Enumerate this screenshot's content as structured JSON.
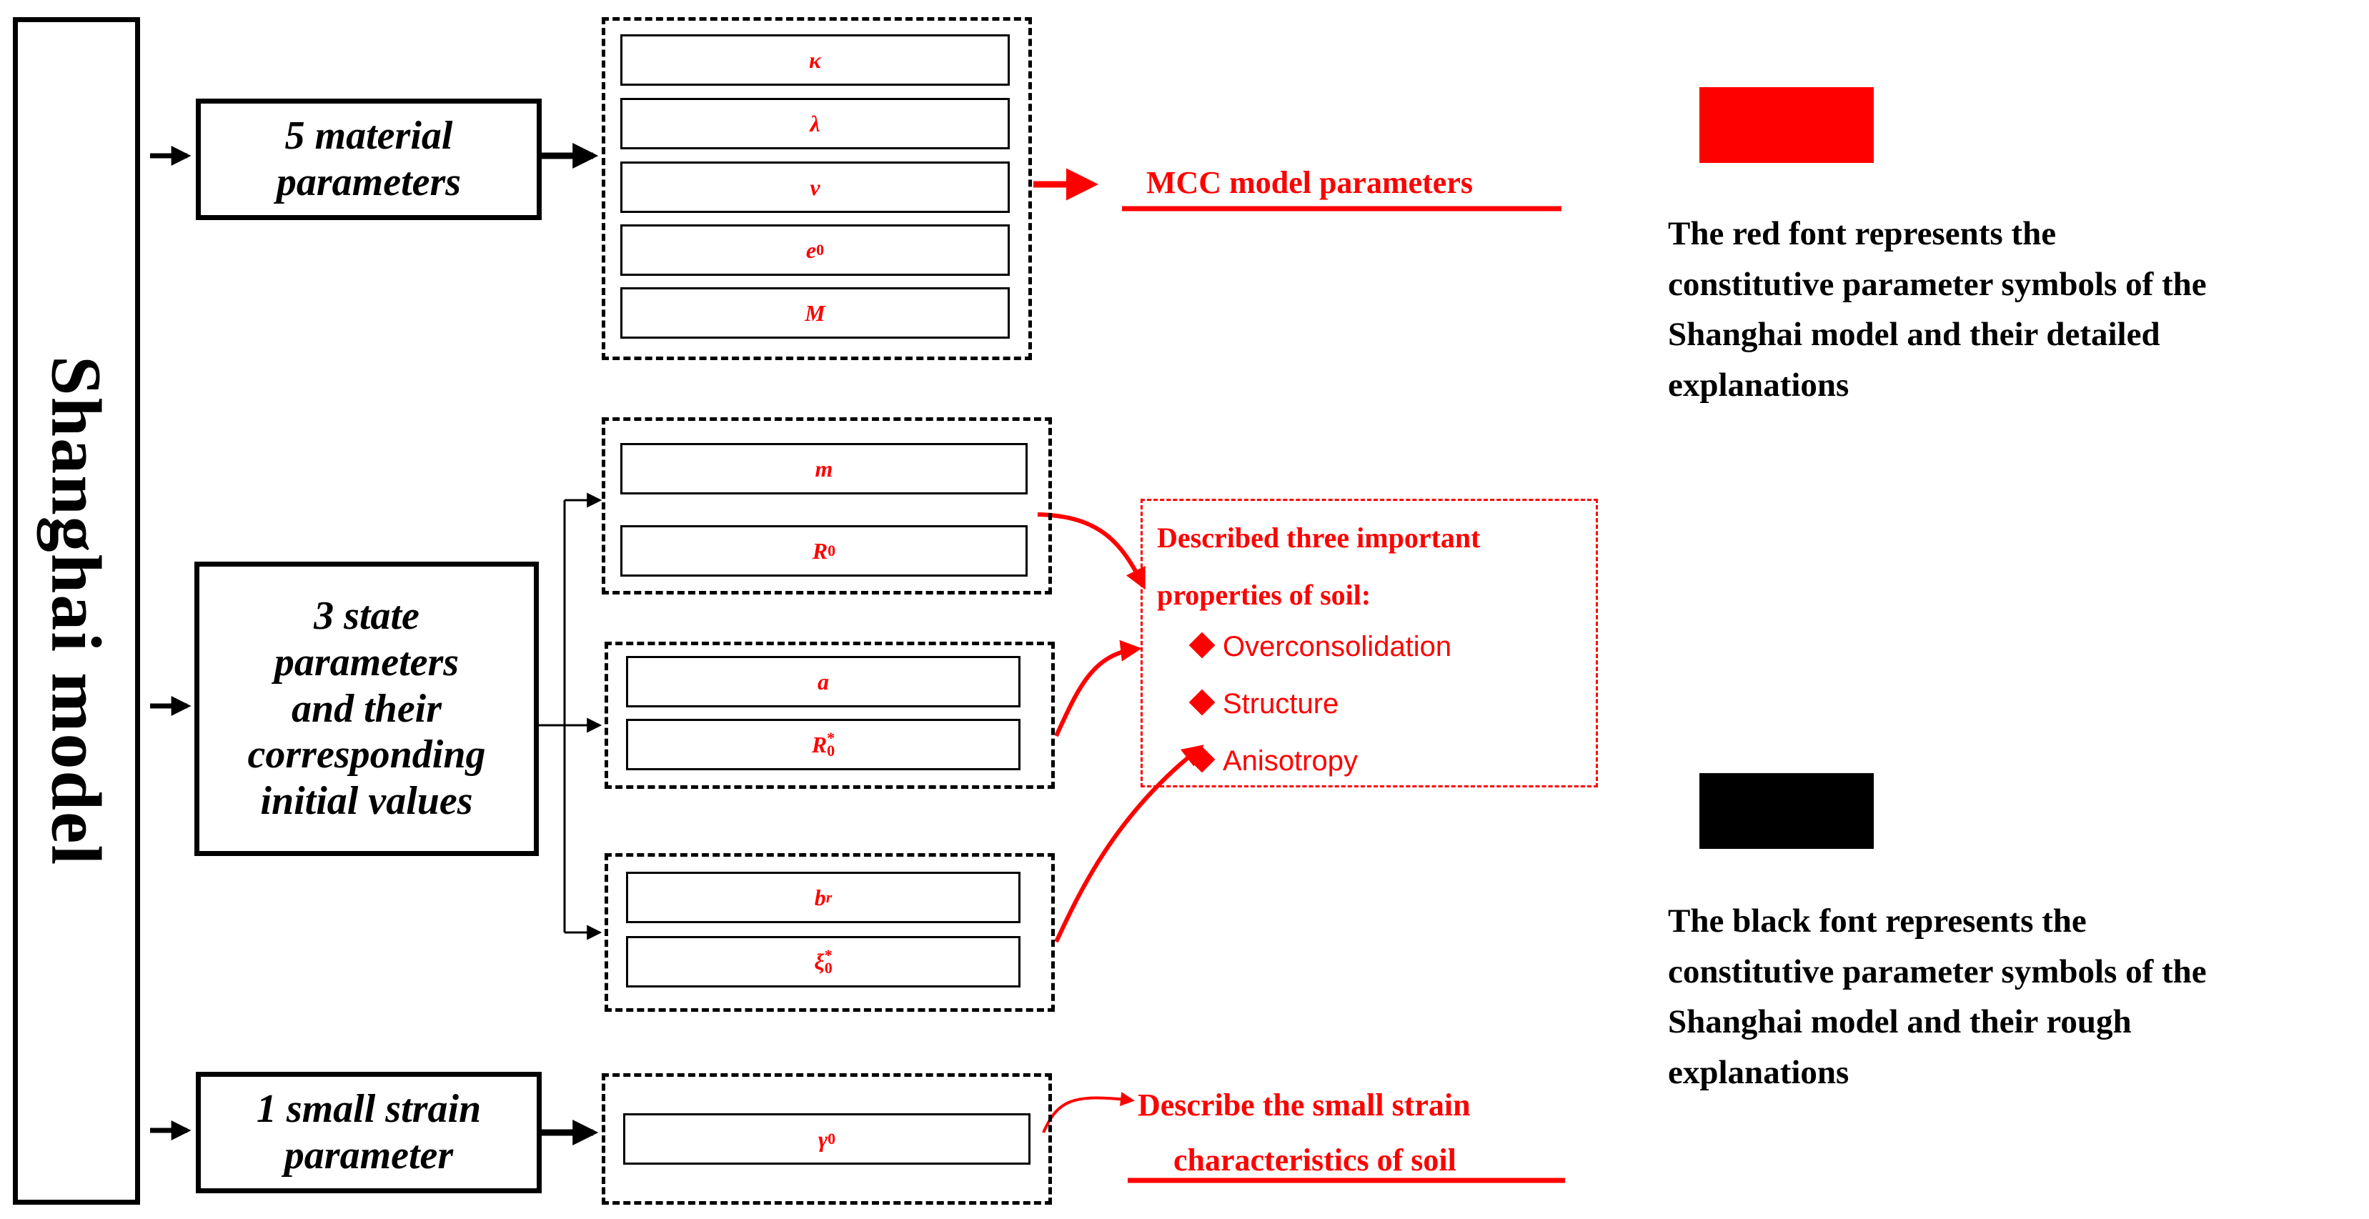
{
  "title": "Shanghai model",
  "categories": {
    "material": [
      "5 material",
      "parameters"
    ],
    "state": [
      "3 state",
      "parameters",
      "and their",
      "corresponding",
      "initial values"
    ],
    "strain": [
      "1 small strain",
      "parameter"
    ]
  },
  "params": {
    "kappa": "κ",
    "lambda": "λ",
    "nu": "ν",
    "e0_base": "e",
    "e0_sub": "0",
    "M": "M",
    "m": "m",
    "R0_base": "R",
    "R0_sub": "0",
    "a": "a",
    "Rstar0_base": "R",
    "Rstar0_sup": "*",
    "Rstar0_sub": "0",
    "br_base": "b",
    "br_sub": "r",
    "xi0_base": "ξ",
    "xi0_sub": "0",
    "xi0_sup": "*",
    "gamma0_base": "γ",
    "gamma0_sub": "0"
  },
  "labels": {
    "mcc": "MCC model parameters",
    "properties_title_1": "Described three important",
    "properties_title_2": "properties of soil:",
    "properties": [
      "Overconsolidation",
      "Structure",
      "Anisotropy"
    ],
    "small_strain_1": "Describe the small strain",
    "small_strain_2": "characteristics of soil"
  },
  "legend": {
    "red": {
      "color": "#ff0000",
      "lines": [
        "The red font represents the",
        "constitutive parameter symbols of the",
        "Shanghai model and their detailed",
        "explanations"
      ]
    },
    "black": {
      "color": "#000000",
      "lines": [
        "The black font represents the",
        "constitutive parameter symbols of the",
        "Shanghai model and their rough",
        "explanations"
      ]
    }
  },
  "colors": {
    "accent": "#ff0000",
    "ink": "#000000"
  }
}
